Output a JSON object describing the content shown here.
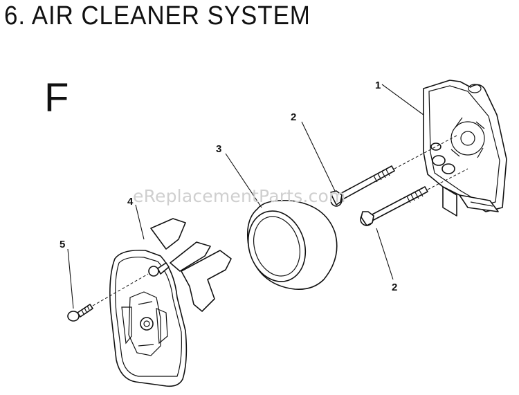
{
  "title": "6.  AIR CLEANER SYSTEM",
  "section_letter": "F",
  "watermark": "eReplacementParts.com",
  "callouts": [
    "1",
    "2",
    "3",
    "4",
    "5",
    "2"
  ]
}
